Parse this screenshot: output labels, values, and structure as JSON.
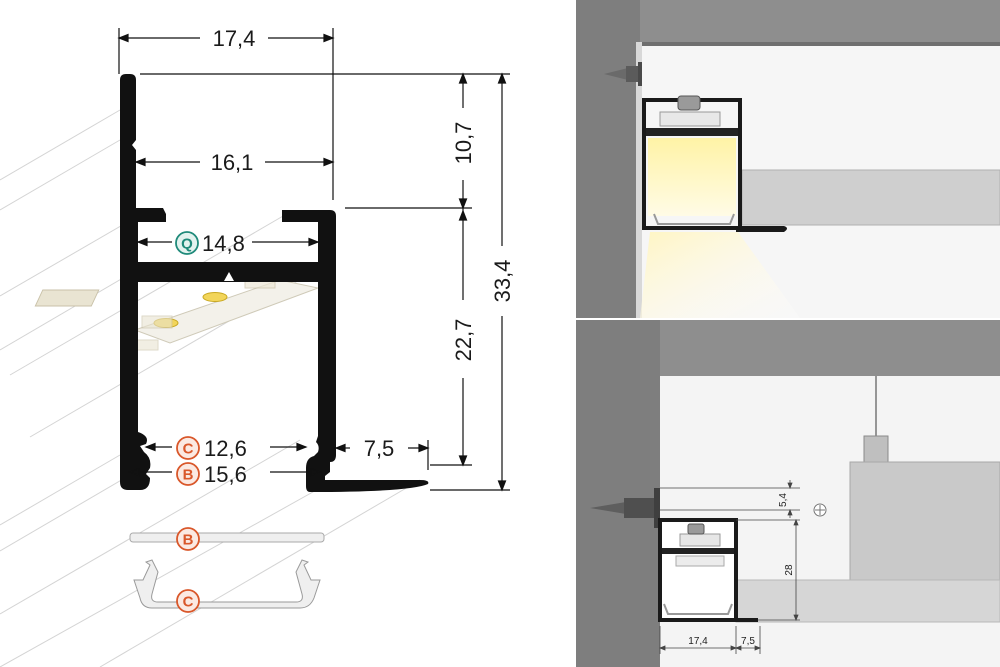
{
  "dimensions": {
    "top_width": "17,4",
    "inner_width": "16,1",
    "q_width": "14,8",
    "c_width": "12,6",
    "b_width": "15,6",
    "flange": "7,5",
    "upper_height": "10,7",
    "lower_height": "22,7",
    "total_height": "33,4"
  },
  "badges": {
    "q": "Q",
    "c": "C",
    "b": "B",
    "b_part": "B",
    "c_part": "C"
  },
  "install_bottom": {
    "dim_5_4": "5,4",
    "dim_28": "28",
    "dim_17_4": "17,4",
    "dim_7_5": "7,5"
  },
  "colors": {
    "profile": "#111111",
    "badge_q": "#1f8a7a",
    "badge_bc": "#d9572a",
    "badge_fill": "#fbe9e2",
    "badge_q_fill": "#e3f3ef",
    "wall_grey": "#8a8a8a",
    "ceiling_grey": "#b9b9b9",
    "light_yellow": "#fff2a8"
  }
}
